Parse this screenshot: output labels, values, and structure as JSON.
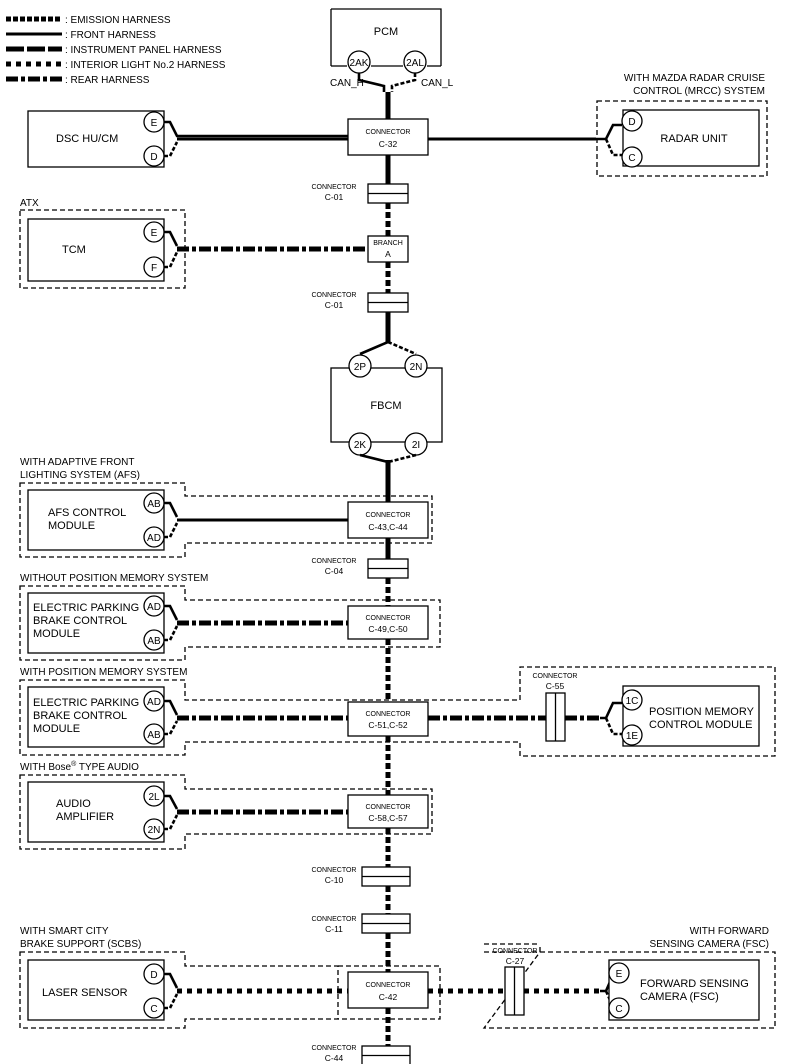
{
  "legend": [
    {
      "key": "emission",
      "label": ": EMISSION HARNESS"
    },
    {
      "key": "front",
      "label": ": FRONT HARNESS"
    },
    {
      "key": "instrument",
      "label": ": INSTRUMENT PANEL HARNESS"
    },
    {
      "key": "interior",
      "label": ": INTERIOR LIGHT No.2 HARNESS"
    },
    {
      "key": "rear",
      "label": ": REAR HARNESS"
    }
  ],
  "connector_word": "CONNECTOR",
  "branch_word": "BRANCH",
  "modules": {
    "pcm": {
      "name": "PCM",
      "pins": [
        "2AK",
        "2AL"
      ],
      "can_h": "CAN_H",
      "can_l": "CAN_L"
    },
    "dsc": {
      "name": "DSC HU/CM",
      "pins": [
        "E",
        "D"
      ]
    },
    "radar": {
      "name": "RADAR UNIT",
      "pins": [
        "D",
        "C"
      ],
      "group_l1": "WITH MAZDA RADAR CRUISE",
      "group_l2": "CONTROL (MRCC) SYSTEM"
    },
    "tcm": {
      "name": "TCM",
      "pins": [
        "E",
        "F"
      ],
      "group": "ATX"
    },
    "fbcm": {
      "name": "FBCM",
      "pins": [
        "2P",
        "2N",
        "2K",
        "2I"
      ]
    },
    "afs": {
      "l1": "AFS CONTROL",
      "l2": "MODULE",
      "pins": [
        "AB",
        "AD"
      ],
      "group_l1": "WITH ADAPTIVE FRONT",
      "group_l2": "LIGHTING SYSTEM (AFS)"
    },
    "epb1": {
      "l1": "ELECTRIC PARKING",
      "l2": "BRAKE CONTROL",
      "l3": "MODULE",
      "pins": [
        "AD",
        "AB"
      ],
      "group": "WITHOUT POSITION MEMORY SYSTEM"
    },
    "epb2": {
      "l1": "ELECTRIC PARKING",
      "l2": "BRAKE CONTROL",
      "l3": "MODULE",
      "pins": [
        "AD",
        "AB"
      ],
      "group": "WITH POSITION MEMORY SYSTEM"
    },
    "pmcm": {
      "l1": "POSITION MEMORY",
      "l2": "CONTROL MODULE",
      "pins": [
        "1C",
        "1E"
      ]
    },
    "audio": {
      "l1": "AUDIO",
      "l2": "AMPLIFIER",
      "pins": [
        "2L",
        "2N"
      ],
      "group_a": "WITH Bose",
      "group_sup": "®",
      "group_b": " TYPE AUDIO"
    },
    "laser": {
      "name": "LASER SENSOR",
      "pins": [
        "D",
        "C"
      ],
      "group_l1": "WITH SMART CITY",
      "group_l2": "BRAKE SUPPORT (SCBS)"
    },
    "fsc": {
      "l1": "FORWARD SENSING",
      "l2": "CAMERA (FSC)",
      "pins": [
        "E",
        "C"
      ],
      "group_l1": "WITH FORWARD",
      "group_l2": "SENSING CAMERA (FSC)"
    }
  },
  "connectors": {
    "c32": "C-32",
    "c01a": "C-01",
    "branch": "A",
    "c01b": "C-01",
    "c4344": "C-43,C-44",
    "c04": "C-04",
    "c4950": "C-49,C-50",
    "c5152": "C-51,C-52",
    "c55": "C-55",
    "c5857": "C-58,C-57",
    "c10": "C-10",
    "c11": "C-11",
    "c42": "C-42",
    "c27": "C-27",
    "c44": "C-44"
  }
}
